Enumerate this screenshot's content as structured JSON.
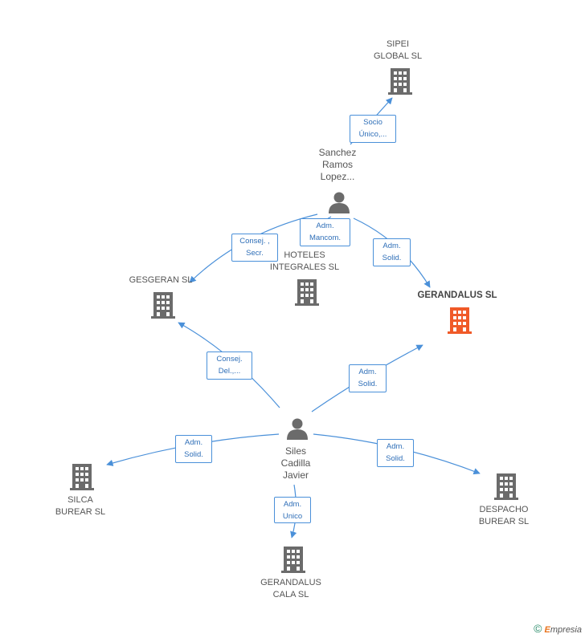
{
  "nodes": {
    "sipei": {
      "label": "SIPEI\nGLOBAL SL",
      "icon": "building-icon"
    },
    "sanchez": {
      "label": "Sanchez\nRamos\nLopez...",
      "icon": "person-icon"
    },
    "gesgeran": {
      "label": "GESGERAN SL",
      "icon": "building-icon"
    },
    "hoteles": {
      "label": "HOTELES\nINTEGRALES SL",
      "icon": "building-icon"
    },
    "gerandalus": {
      "label": "GERANDALUS SL",
      "icon": "building-icon"
    },
    "siles": {
      "label": "Siles\nCadilla\nJavier",
      "icon": "person-icon"
    },
    "silca": {
      "label": "SILCA\nBUREAR SL",
      "icon": "building-icon"
    },
    "despacho": {
      "label": "DESPACHO\nBUREAR SL",
      "icon": "building-icon"
    },
    "gerandalus_cala": {
      "label": "GERANDALUS\nCALA SL",
      "icon": "building-icon"
    }
  },
  "relations": {
    "socio_unico": "Socio\nÚnico,...",
    "adm_mancom": "Adm.\nMancom.",
    "consej_secr": "Consej. ,\nSecr.",
    "adm_solid_sanchez": "Adm.\nSolid.",
    "consej_del": "Consej.\nDel.,...",
    "adm_solid_siles_gerandalus": "Adm.\nSolid.",
    "adm_solid_silca": "Adm.\nSolid.",
    "adm_solid_despacho": "Adm.\nSolid.",
    "adm_unico": "Adm.\nUnico"
  },
  "colors": {
    "edge": "#4a90d9",
    "node_default": "#6b6b6b",
    "node_focus": "#f05a28"
  },
  "footer": {
    "copyright_symbol": "©",
    "brand_initial": "E",
    "brand_rest": "mpresia"
  }
}
